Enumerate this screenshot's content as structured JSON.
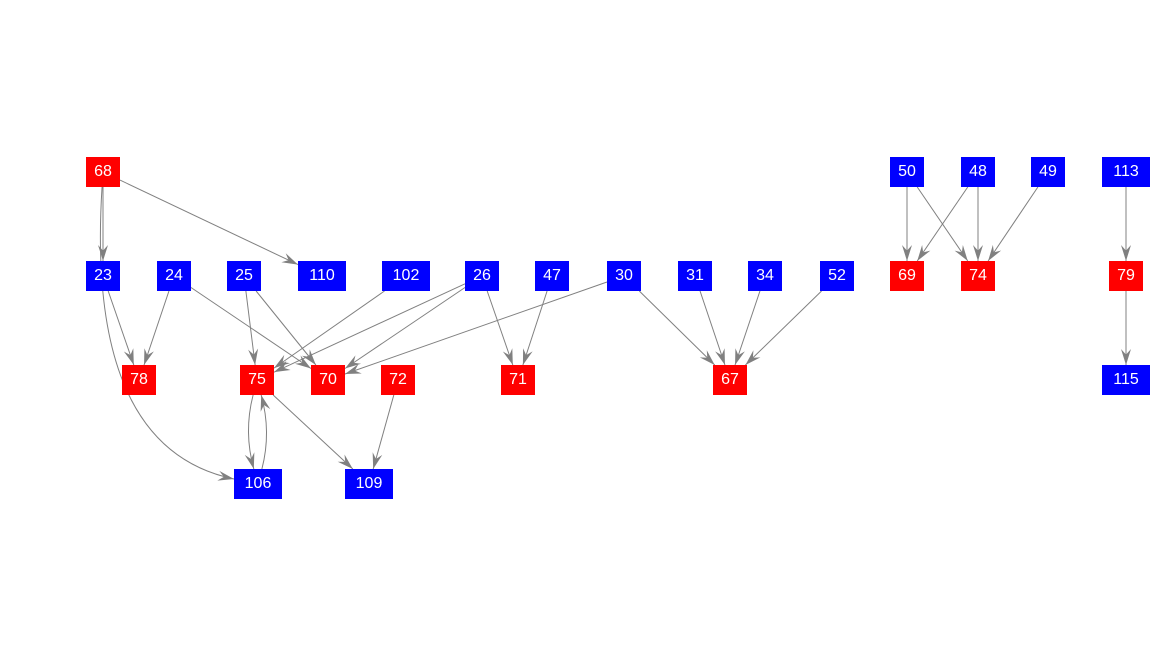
{
  "colors": {
    "group_a": "#0000ff",
    "group_b": "#ff0000",
    "edge": "#808080"
  },
  "nodes": [
    {
      "id": "68",
      "label": "68",
      "group": "group_b"
    },
    {
      "id": "50",
      "label": "50",
      "group": "group_a"
    },
    {
      "id": "48",
      "label": "48",
      "group": "group_a"
    },
    {
      "id": "49",
      "label": "49",
      "group": "group_a"
    },
    {
      "id": "113",
      "label": "113",
      "group": "group_a"
    },
    {
      "id": "23",
      "label": "23",
      "group": "group_a"
    },
    {
      "id": "24",
      "label": "24",
      "group": "group_a"
    },
    {
      "id": "25",
      "label": "25",
      "group": "group_a"
    },
    {
      "id": "110",
      "label": "110",
      "group": "group_a"
    },
    {
      "id": "102",
      "label": "102",
      "group": "group_a"
    },
    {
      "id": "26",
      "label": "26",
      "group": "group_a"
    },
    {
      "id": "47",
      "label": "47",
      "group": "group_a"
    },
    {
      "id": "30",
      "label": "30",
      "group": "group_a"
    },
    {
      "id": "31",
      "label": "31",
      "group": "group_a"
    },
    {
      "id": "34",
      "label": "34",
      "group": "group_a"
    },
    {
      "id": "52",
      "label": "52",
      "group": "group_a"
    },
    {
      "id": "69",
      "label": "69",
      "group": "group_b"
    },
    {
      "id": "74",
      "label": "74",
      "group": "group_b"
    },
    {
      "id": "79",
      "label": "79",
      "group": "group_b"
    },
    {
      "id": "78",
      "label": "78",
      "group": "group_b"
    },
    {
      "id": "75",
      "label": "75",
      "group": "group_b"
    },
    {
      "id": "70",
      "label": "70",
      "group": "group_b"
    },
    {
      "id": "72",
      "label": "72",
      "group": "group_b"
    },
    {
      "id": "71",
      "label": "71",
      "group": "group_b"
    },
    {
      "id": "67",
      "label": "67",
      "group": "group_b"
    },
    {
      "id": "115",
      "label": "115",
      "group": "group_a"
    },
    {
      "id": "106",
      "label": "106",
      "group": "group_a"
    },
    {
      "id": "109",
      "label": "109",
      "group": "group_a"
    }
  ],
  "edges": [
    [
      "68",
      "23"
    ],
    [
      "68",
      "110"
    ],
    [
      "68",
      "106"
    ],
    [
      "23",
      "78"
    ],
    [
      "24",
      "78"
    ],
    [
      "24",
      "70"
    ],
    [
      "25",
      "75"
    ],
    [
      "25",
      "70"
    ],
    [
      "102",
      "75"
    ],
    [
      "26",
      "75"
    ],
    [
      "26",
      "70"
    ],
    [
      "26",
      "71"
    ],
    [
      "47",
      "71"
    ],
    [
      "30",
      "70"
    ],
    [
      "30",
      "67"
    ],
    [
      "31",
      "67"
    ],
    [
      "34",
      "67"
    ],
    [
      "52",
      "67"
    ],
    [
      "75",
      "106"
    ],
    [
      "106",
      "75"
    ],
    [
      "75",
      "109"
    ],
    [
      "72",
      "109"
    ],
    [
      "50",
      "69"
    ],
    [
      "50",
      "74"
    ],
    [
      "48",
      "69"
    ],
    [
      "48",
      "74"
    ],
    [
      "49",
      "74"
    ],
    [
      "113",
      "79"
    ],
    [
      "79",
      "115"
    ]
  ]
}
